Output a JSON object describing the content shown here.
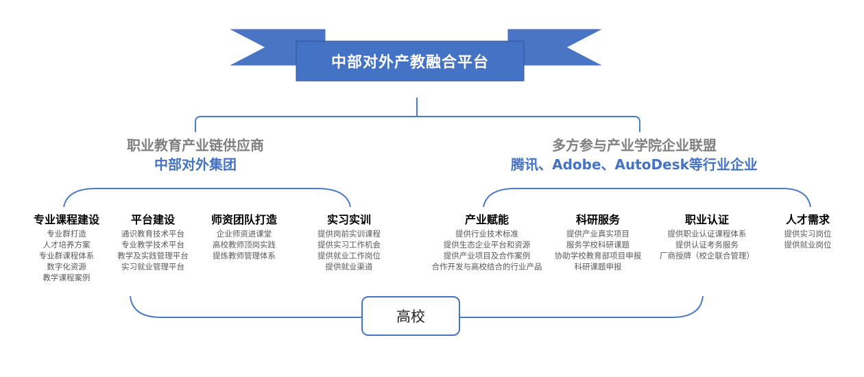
{
  "banner": {
    "title": "中部对外产教融合平台"
  },
  "left_org": {
    "line1": "职业教育产业链供应商",
    "line2": "中部对外集团"
  },
  "right_org": {
    "line1": "多方参与产业学院企业联盟",
    "line2": "腾讯、Adobe、AutoDesk等行业企业"
  },
  "left_categories": [
    {
      "title": "专业课程建设",
      "items": [
        "专业群打造",
        "人才培养方案",
        "专业群课程体系",
        "数字化资源",
        "教学课程案例"
      ]
    },
    {
      "title": "平台建设",
      "items": [
        "通识教育技术平台",
        "专业教学技术平台",
        "教学及实践管理平台",
        "实习就业管理平台"
      ]
    },
    {
      "title": "师资团队打造",
      "items": [
        "企业师资进课堂",
        "高校教师顶岗实践",
        "提炼教师管理体系"
      ]
    },
    {
      "title": "实习实训",
      "items": [
        "提供岗前实训课程",
        "提供实习工作机会",
        "提供就业工作岗位",
        "提供就业渠道"
      ]
    }
  ],
  "right_categories": [
    {
      "title": "产业赋能",
      "items": [
        "提供行业技术标准",
        "提供生态企业平台和资源",
        "提供产业项目及合作案例",
        "合作开发与高校结合的行业产品"
      ]
    },
    {
      "title": "科研服务",
      "items": [
        "提供产业真实项目",
        "服务学校科研课题",
        "协助学校教育部项目申报",
        "科研课题申报"
      ]
    },
    {
      "title": "职业认证",
      "items": [
        "提供职业认证课程体系",
        "提供认证考务服务",
        "厂商授牌（校企联合管理）"
      ]
    },
    {
      "title": "人才需求",
      "items": [
        "提供实习岗位",
        "提供就业岗位"
      ]
    }
  ],
  "school": {
    "label": "高校"
  },
  "colors": {
    "banner_fill": "#4472c4",
    "banner_tail": "#3a5fad",
    "line": "#4a7ac7",
    "org_gray": "#7f7f7f",
    "org_blue": "#4472c4"
  }
}
